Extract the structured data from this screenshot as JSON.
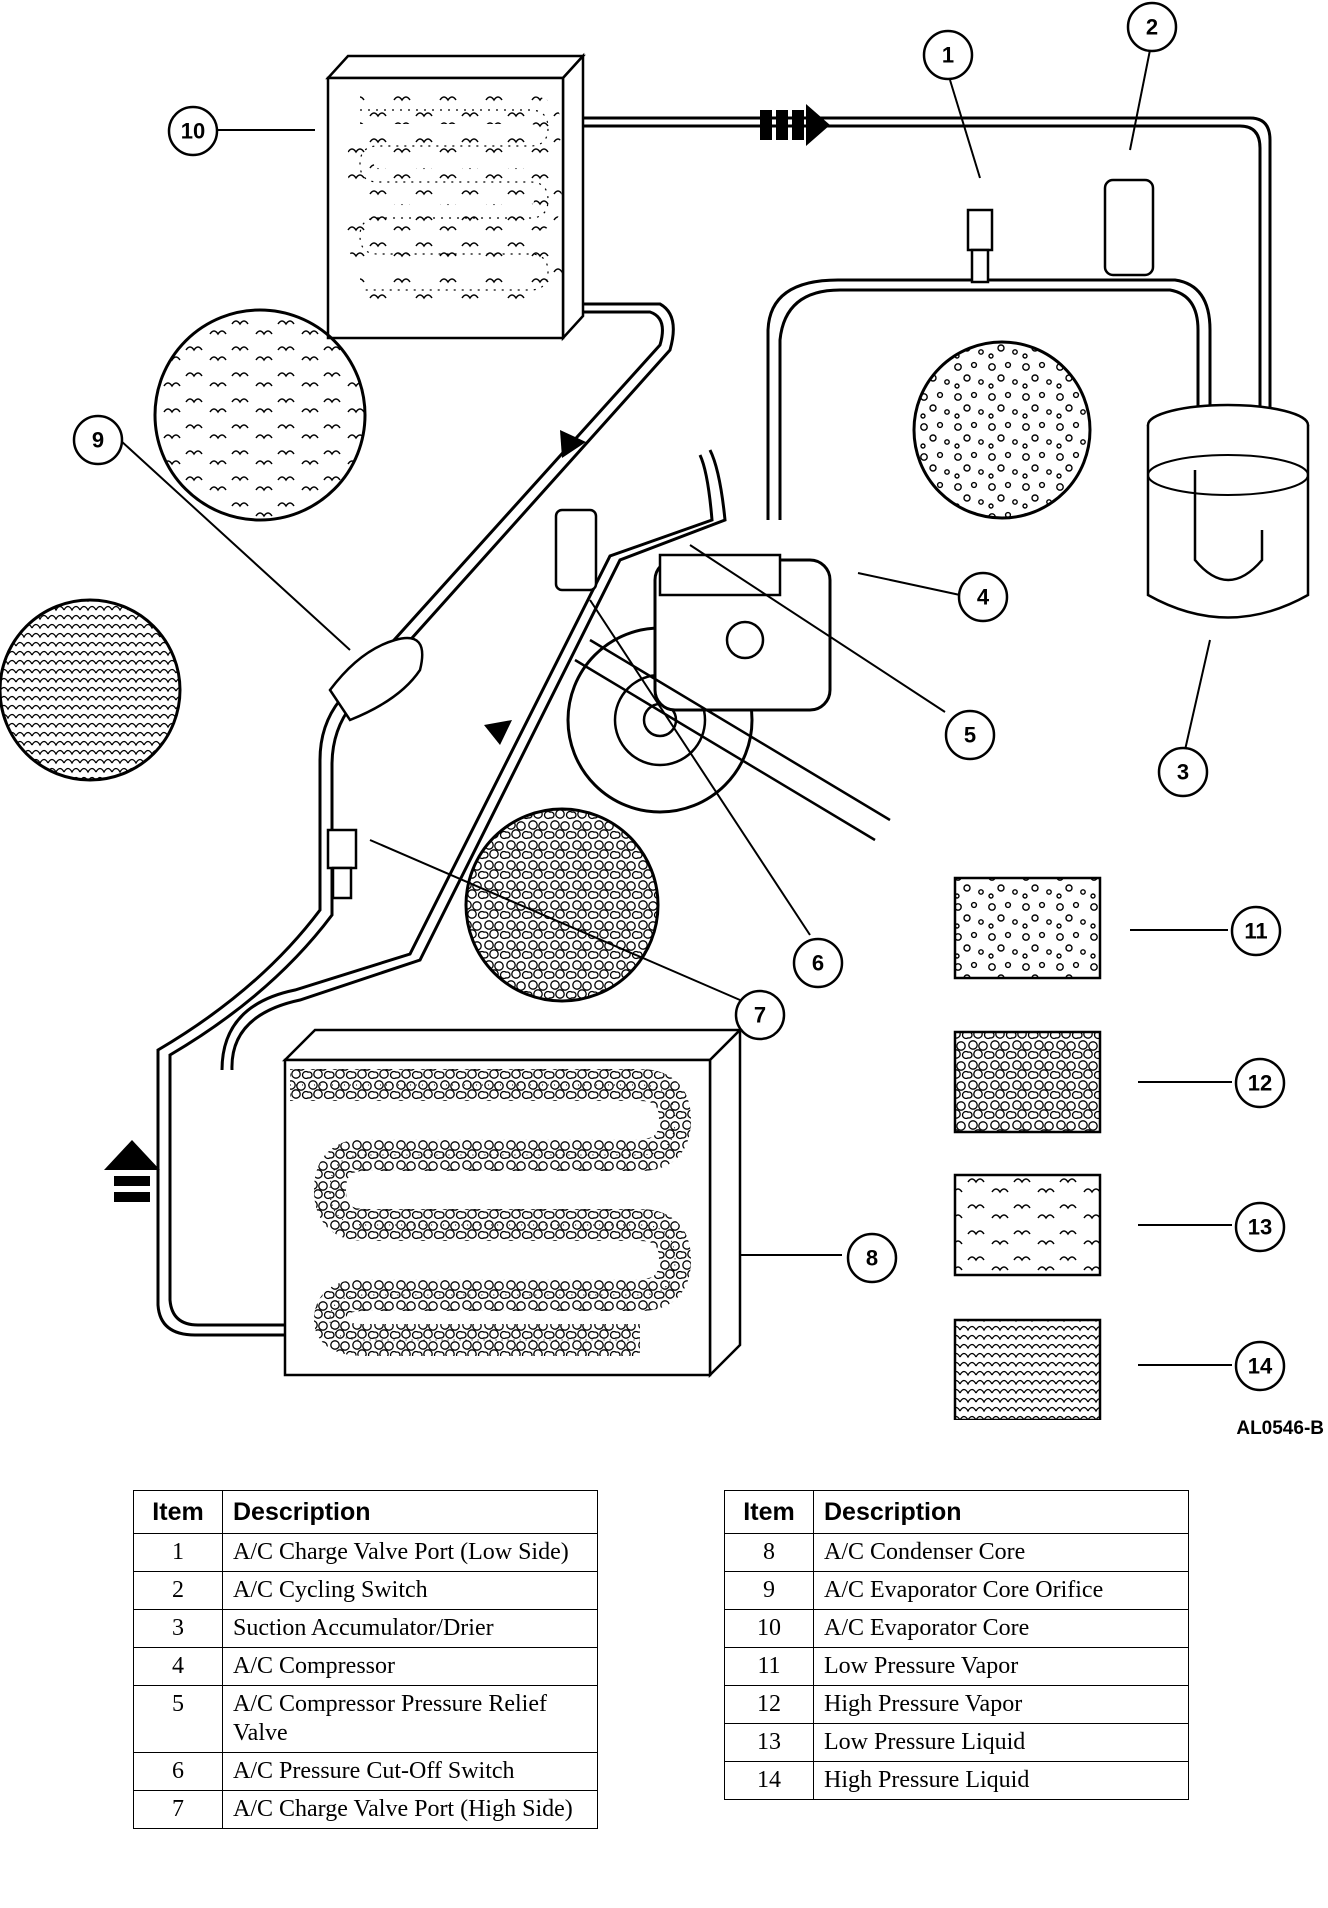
{
  "figure_id": "AL0546-B",
  "callouts": [
    "1",
    "2",
    "3",
    "4",
    "5",
    "6",
    "7",
    "8",
    "9",
    "10",
    "11",
    "12",
    "13",
    "14"
  ],
  "table_left": {
    "headers": [
      "Item",
      "Description"
    ],
    "rows": [
      {
        "item": "1",
        "desc": "A/C Charge Valve Port (Low Side)"
      },
      {
        "item": "2",
        "desc": "A/C Cycling Switch"
      },
      {
        "item": "3",
        "desc": "Suction Accumulator/Drier"
      },
      {
        "item": "4",
        "desc": "A/C Compressor"
      },
      {
        "item": "5",
        "desc": "A/C Compressor Pressure Relief Valve"
      },
      {
        "item": "6",
        "desc": "A/C Pressure Cut-Off Switch"
      },
      {
        "item": "7",
        "desc": "A/C Charge Valve Port (High Side)"
      }
    ]
  },
  "table_right": {
    "headers": [
      "Item",
      "Description"
    ],
    "rows": [
      {
        "item": "8",
        "desc": "A/C Condenser Core"
      },
      {
        "item": "9",
        "desc": "A/C Evaporator Core Orifice"
      },
      {
        "item": "10",
        "desc": "A/C Evaporator Core"
      },
      {
        "item": "11",
        "desc": "Low Pressure Vapor"
      },
      {
        "item": "12",
        "desc": "High Pressure Vapor"
      },
      {
        "item": "13",
        "desc": "Low Pressure Liquid"
      },
      {
        "item": "14",
        "desc": "High Pressure Liquid"
      }
    ]
  }
}
